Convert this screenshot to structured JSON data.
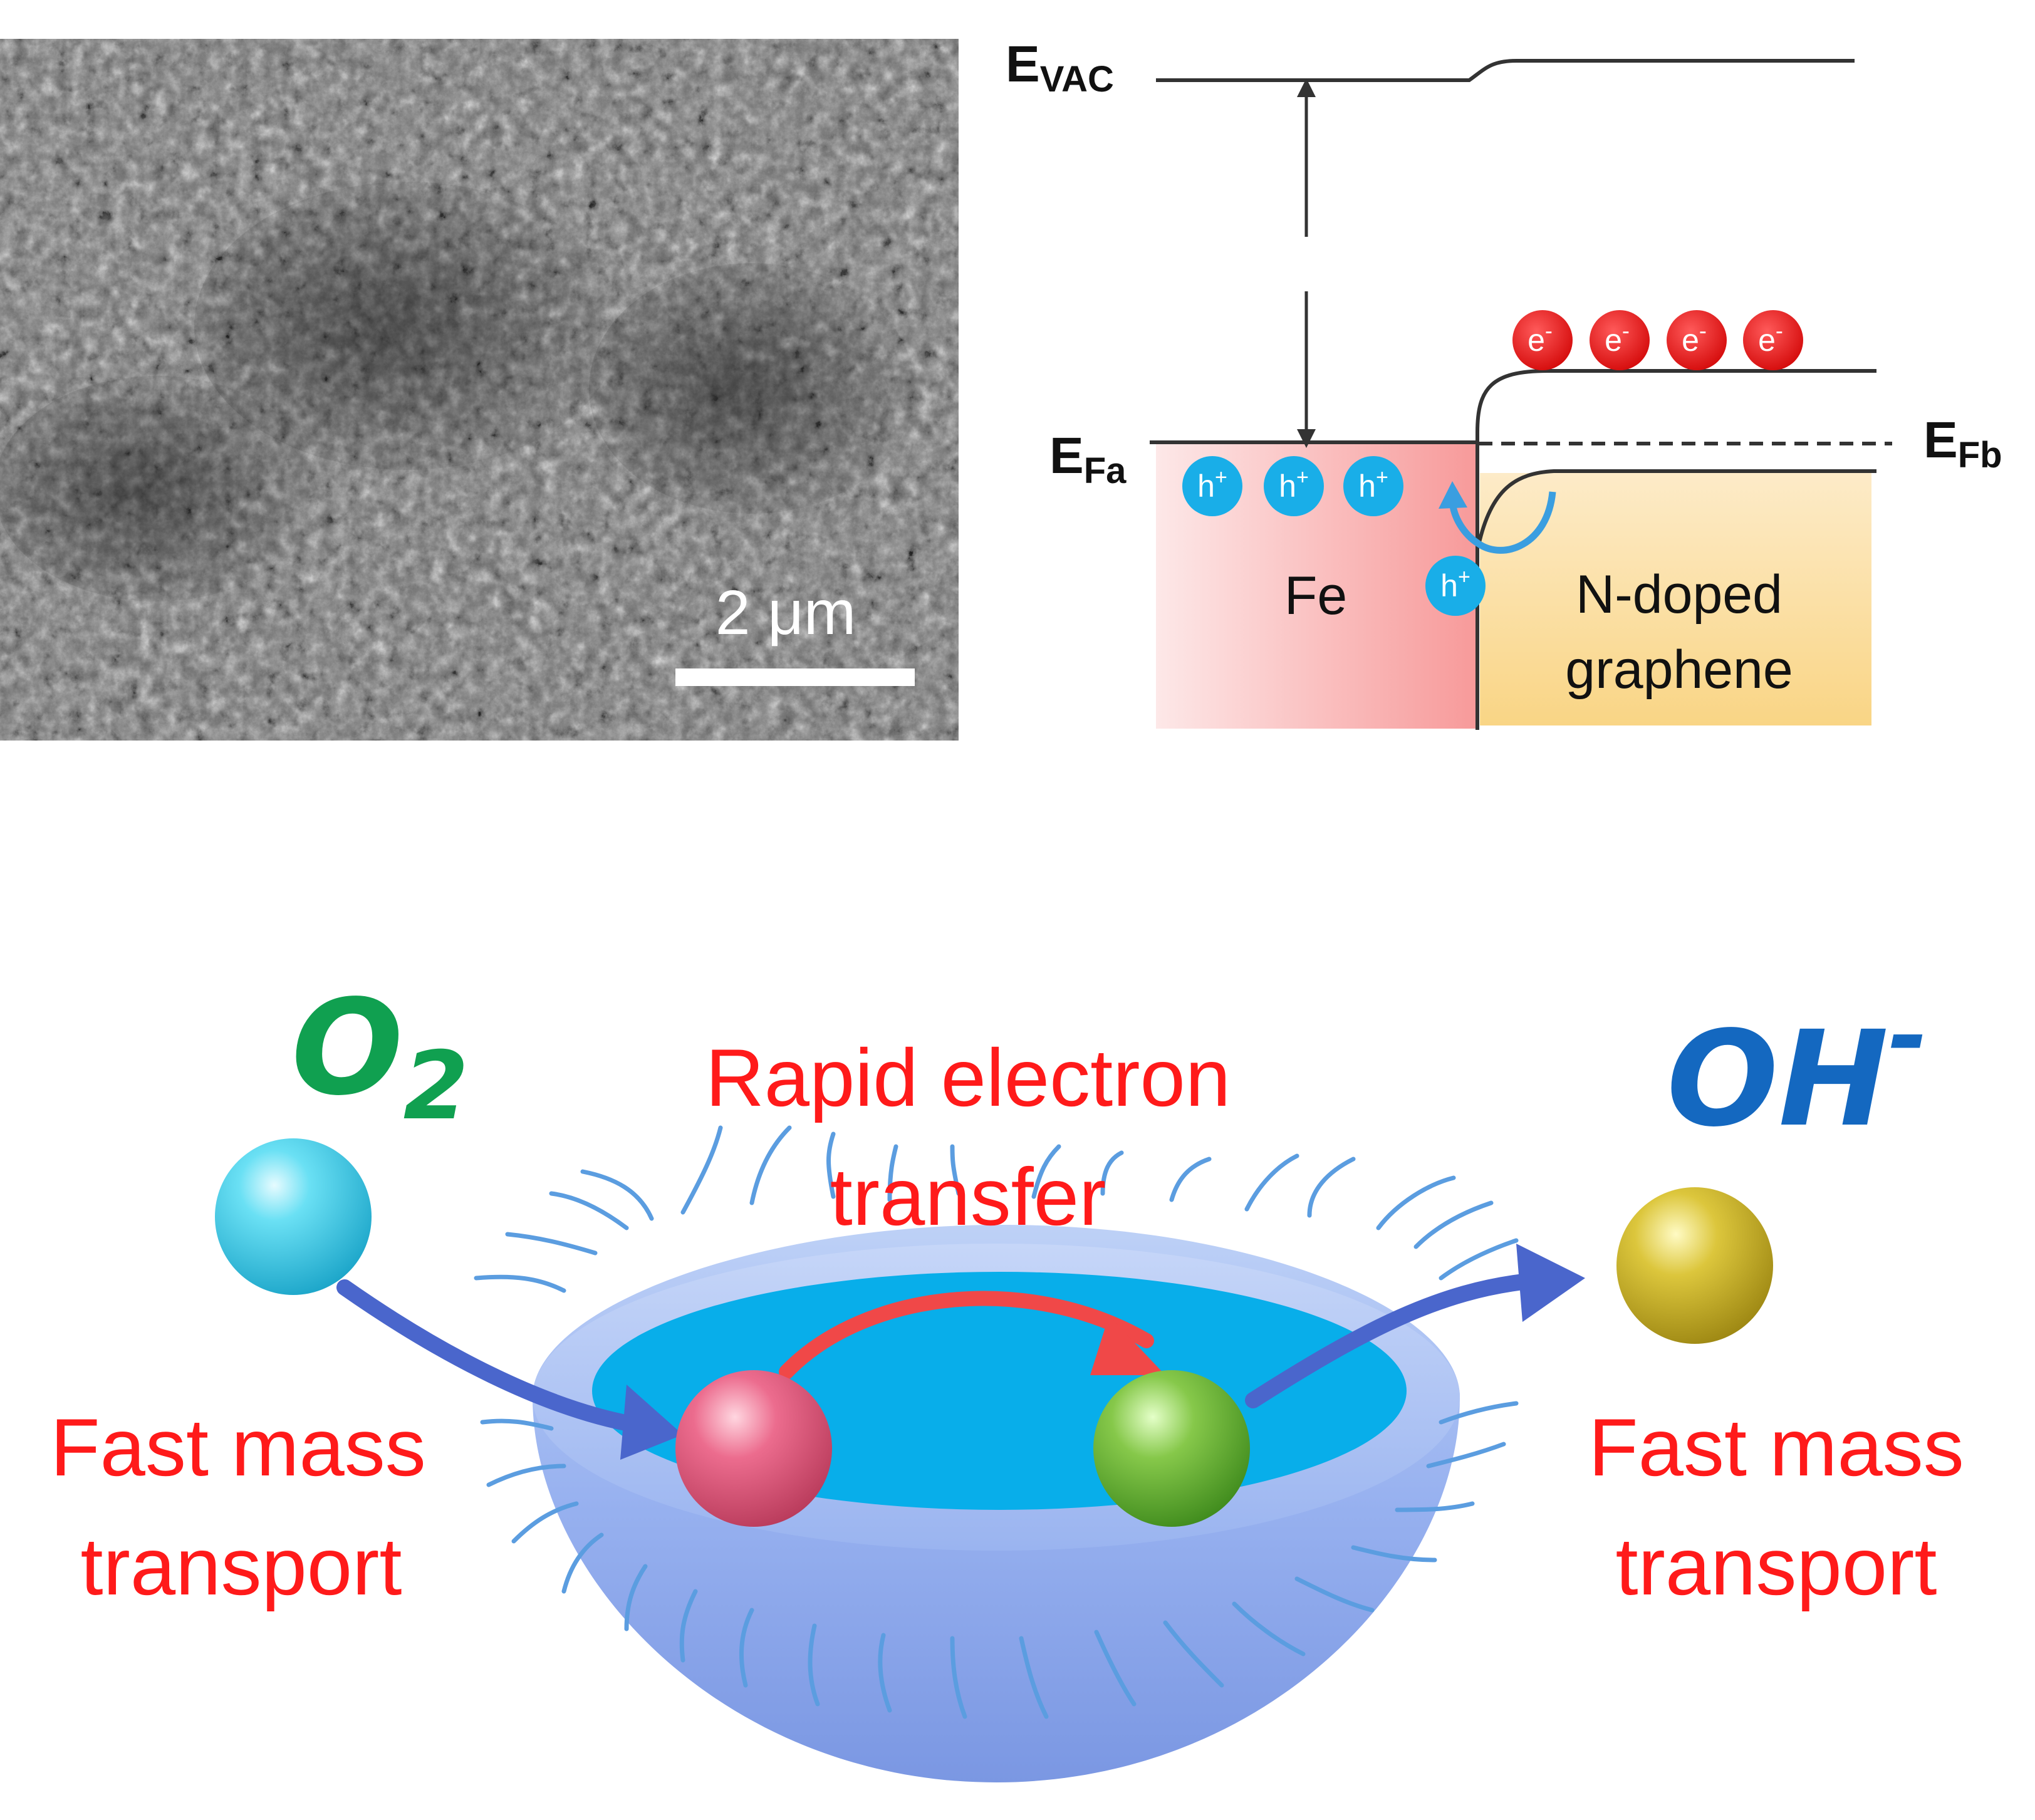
{
  "sem": {
    "scale_label": "2 μm"
  },
  "band": {
    "e_vac": {
      "main": "E",
      "sub": "VAC"
    },
    "e_fa": {
      "main": "E",
      "sub": "Fa"
    },
    "e_fb": {
      "main": "E",
      "sub": "Fb"
    },
    "fe_label": "Fe",
    "graphene_label_1": "N-doped",
    "graphene_label_2": "graphene",
    "hole_main": "h",
    "hole_sup": "+",
    "electron_main": "e",
    "electron_sup": "-"
  },
  "scheme": {
    "o2_main": "O",
    "o2_sub": "2",
    "oh_main": "OH",
    "oh_sup": "-",
    "rapid_line1": "Rapid electron",
    "rapid_line2": "transfer",
    "fast_left_line1": "Fast mass",
    "fast_left_line2": "transport",
    "fast_right_line1": "Fast mass",
    "fast_right_line2": "transport"
  },
  "colors": {
    "label_red": "#ff1a1a",
    "o2_green": "#10a050",
    "oh_blue": "#1468c0",
    "hole_blue": "#19aee8",
    "electron_red": "#e41414",
    "arrow_blue": "#4a66cc",
    "arrow_red": "#f04848",
    "bowl_blue": "#8aa8f0",
    "bowl_inner": "#08aeea"
  }
}
